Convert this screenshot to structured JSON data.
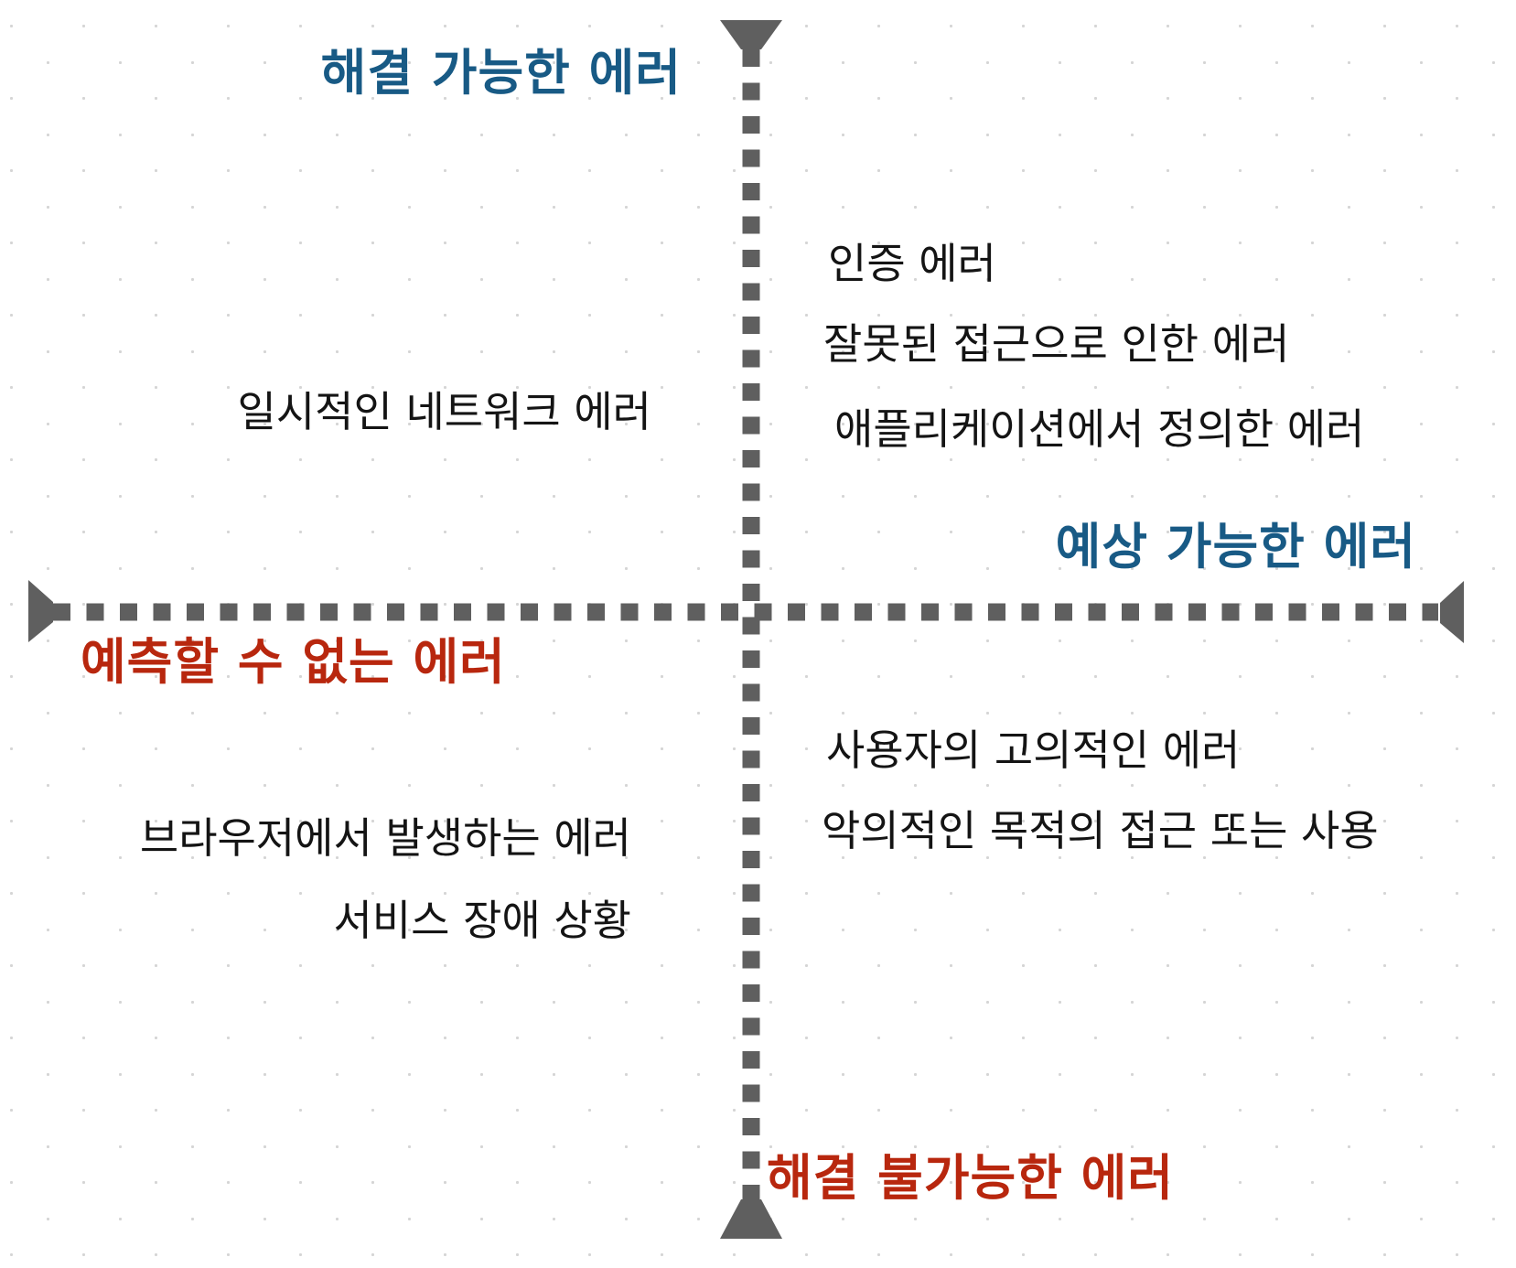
{
  "diagram": {
    "type": "quadrant-matrix",
    "colors": {
      "axis_gray": "#5f5f5f",
      "label_blue": "#185a85",
      "label_red": "#b8270e",
      "body_text": "#141414",
      "background_dot": "#d5d5d5"
    },
    "axes": {
      "top_label": "해결 가능한 에러",
      "right_label": "예상 가능한 에러",
      "left_label": "예측할 수 없는 에러",
      "bottom_label": "해결 불가능한 에러"
    },
    "quadrants": {
      "top_left": {
        "items": [
          "일시적인 네트워크 에러"
        ]
      },
      "top_right": {
        "items": [
          "인증 에러",
          "잘못된 접근으로 인한 에러",
          "애플리케이션에서 정의한 에러"
        ]
      },
      "bottom_left": {
        "items": [
          "브라우저에서 발생하는 에러",
          "서비스 장애 상황"
        ]
      },
      "bottom_right": {
        "items": [
          "사용자의 고의적인 에러",
          "악의적인 목적의 접근 또는 사용"
        ]
      }
    }
  }
}
